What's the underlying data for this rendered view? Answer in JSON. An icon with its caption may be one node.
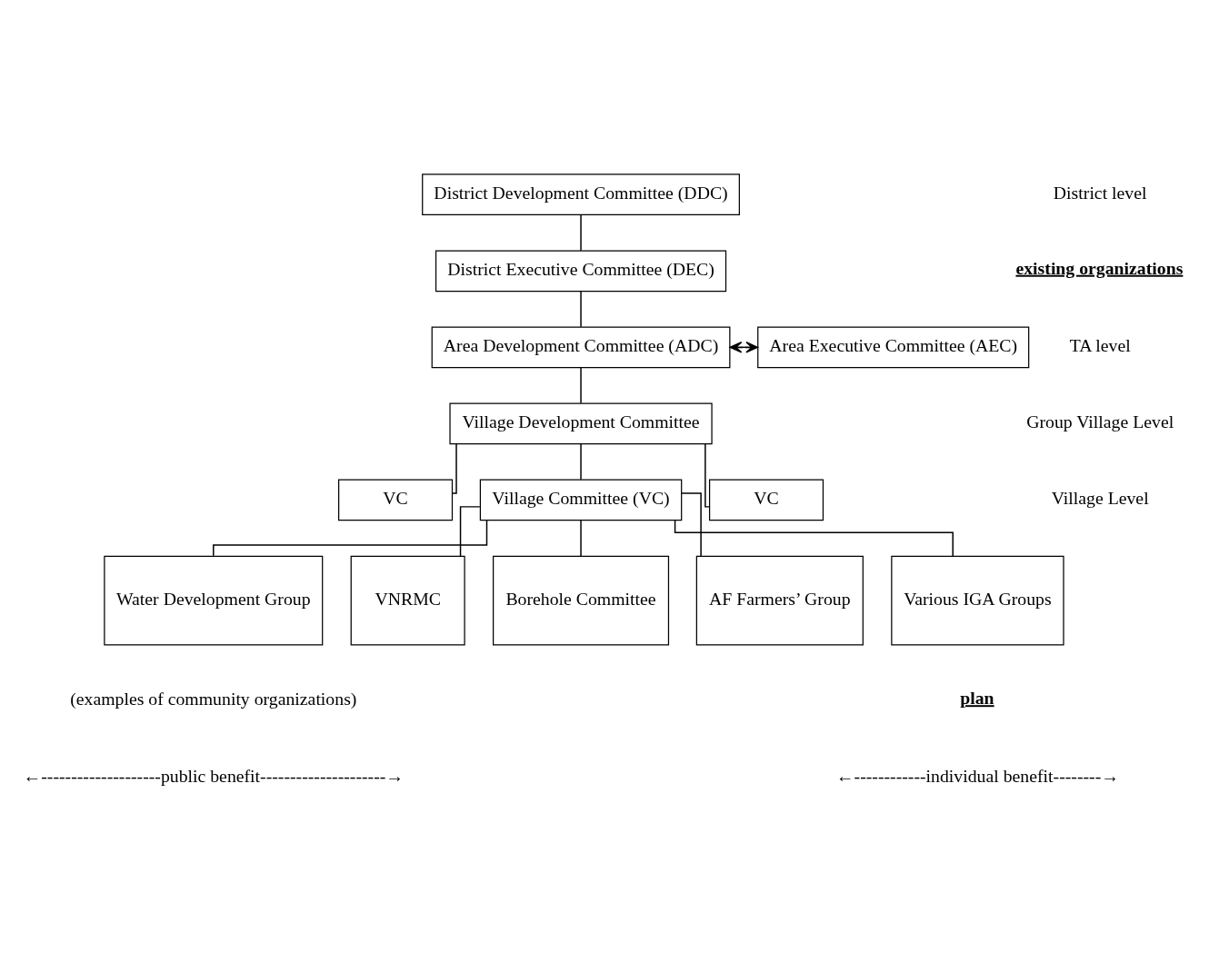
{
  "diagram": {
    "nodes": [
      {
        "text": [
          "District Development Committee (DDC)"
        ]
      },
      {
        "text": [
          "District Executive Committee (DEC)"
        ]
      },
      {
        "text": [
          "Area Development Committee (ADC)"
        ]
      },
      {
        "text": [
          "Area Executive Committee (AEC)"
        ]
      },
      {
        "text": [
          "Village Development Committee"
        ]
      },
      {
        "text": [
          "VC"
        ]
      },
      {
        "text": [
          "Village Committee (VC)"
        ]
      },
      {
        "text": [
          "VC"
        ]
      },
      {
        "text": [
          "Water Development Group"
        ]
      },
      {
        "text": [
          "VNRMC"
        ]
      },
      {
        "text": [
          "Borehole Committee"
        ]
      },
      {
        "text": [
          "AF Farmers’ Group"
        ]
      },
      {
        "text": [
          "Various IGA Groups"
        ]
      }
    ],
    "edges": [
      {
        "from": 0,
        "to": 1,
        "arrow": "none"
      },
      {
        "from": 1,
        "to": 2,
        "arrow": "none"
      },
      {
        "from": 2,
        "to": 3,
        "arrow": "both"
      },
      {
        "from": 2,
        "to": 4,
        "arrow": "none"
      },
      {
        "from": 4,
        "to": 5,
        "arrow": "none"
      },
      {
        "from": 4,
        "to": 6,
        "arrow": "none"
      },
      {
        "from": 4,
        "to": 7,
        "arrow": "none"
      },
      {
        "from": 6,
        "to": 8,
        "arrow": "none"
      },
      {
        "from": 6,
        "to": 9,
        "arrow": "none"
      },
      {
        "from": 6,
        "to": 10,
        "arrow": "none"
      },
      {
        "from": 6,
        "to": 11,
        "arrow": "none"
      },
      {
        "from": 6,
        "to": 12,
        "arrow": "none"
      }
    ],
    "labels": [
      "District level",
      "existing organizations",
      "TA level",
      "Group Village Level",
      "Village Level",
      "(examples of community organizations)",
      "plan",
      "←--------------------public benefit---------------------→",
      "←------------individual benefit--------→"
    ]
  }
}
